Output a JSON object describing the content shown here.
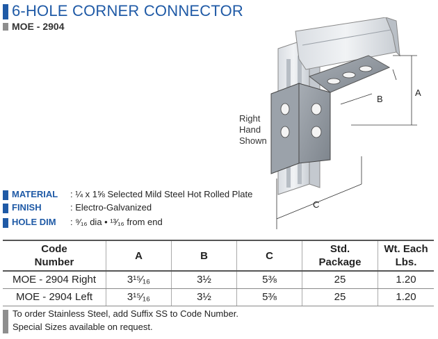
{
  "title": "6-HOLE CORNER CONNECTOR",
  "model": "MOE - 2904",
  "diagram": {
    "label_lines": [
      "Right",
      "Hand",
      "Shown"
    ],
    "dim_a": "A",
    "dim_b": "B",
    "dim_c": "C"
  },
  "specs": [
    {
      "label": "MATERIAL",
      "value": ": ¼ x 1⅝ Selected Mild Steel Hot Rolled Plate"
    },
    {
      "label": "FINISH",
      "value": ": Electro-Galvanized"
    },
    {
      "label": "HOLE DIM",
      "value": ": ⁹⁄₁₆ dia  •  ¹³⁄₁₆ from end"
    }
  ],
  "table": {
    "headers": [
      [
        "Code",
        "Number"
      ],
      [
        "A"
      ],
      [
        "B"
      ],
      [
        "C"
      ],
      [
        "Std.",
        "Package"
      ],
      [
        "Wt. Each",
        "Lbs."
      ]
    ],
    "rows": [
      [
        "MOE - 2904 Right",
        "3¹⁵⁄₁₆",
        "3½",
        "5⅜",
        "25",
        "1.20"
      ],
      [
        "MOE - 2904 Left",
        "3¹⁵⁄₁₆",
        "3½",
        "5⅜",
        "25",
        "1.20"
      ]
    ]
  },
  "notes": [
    "To order Stainless Steel, add Suffix SS to Code Number.",
    "Special Sizes available on request."
  ],
  "colors": {
    "accent": "#1f5aa6",
    "grey_bar": "#8e8e8e"
  }
}
